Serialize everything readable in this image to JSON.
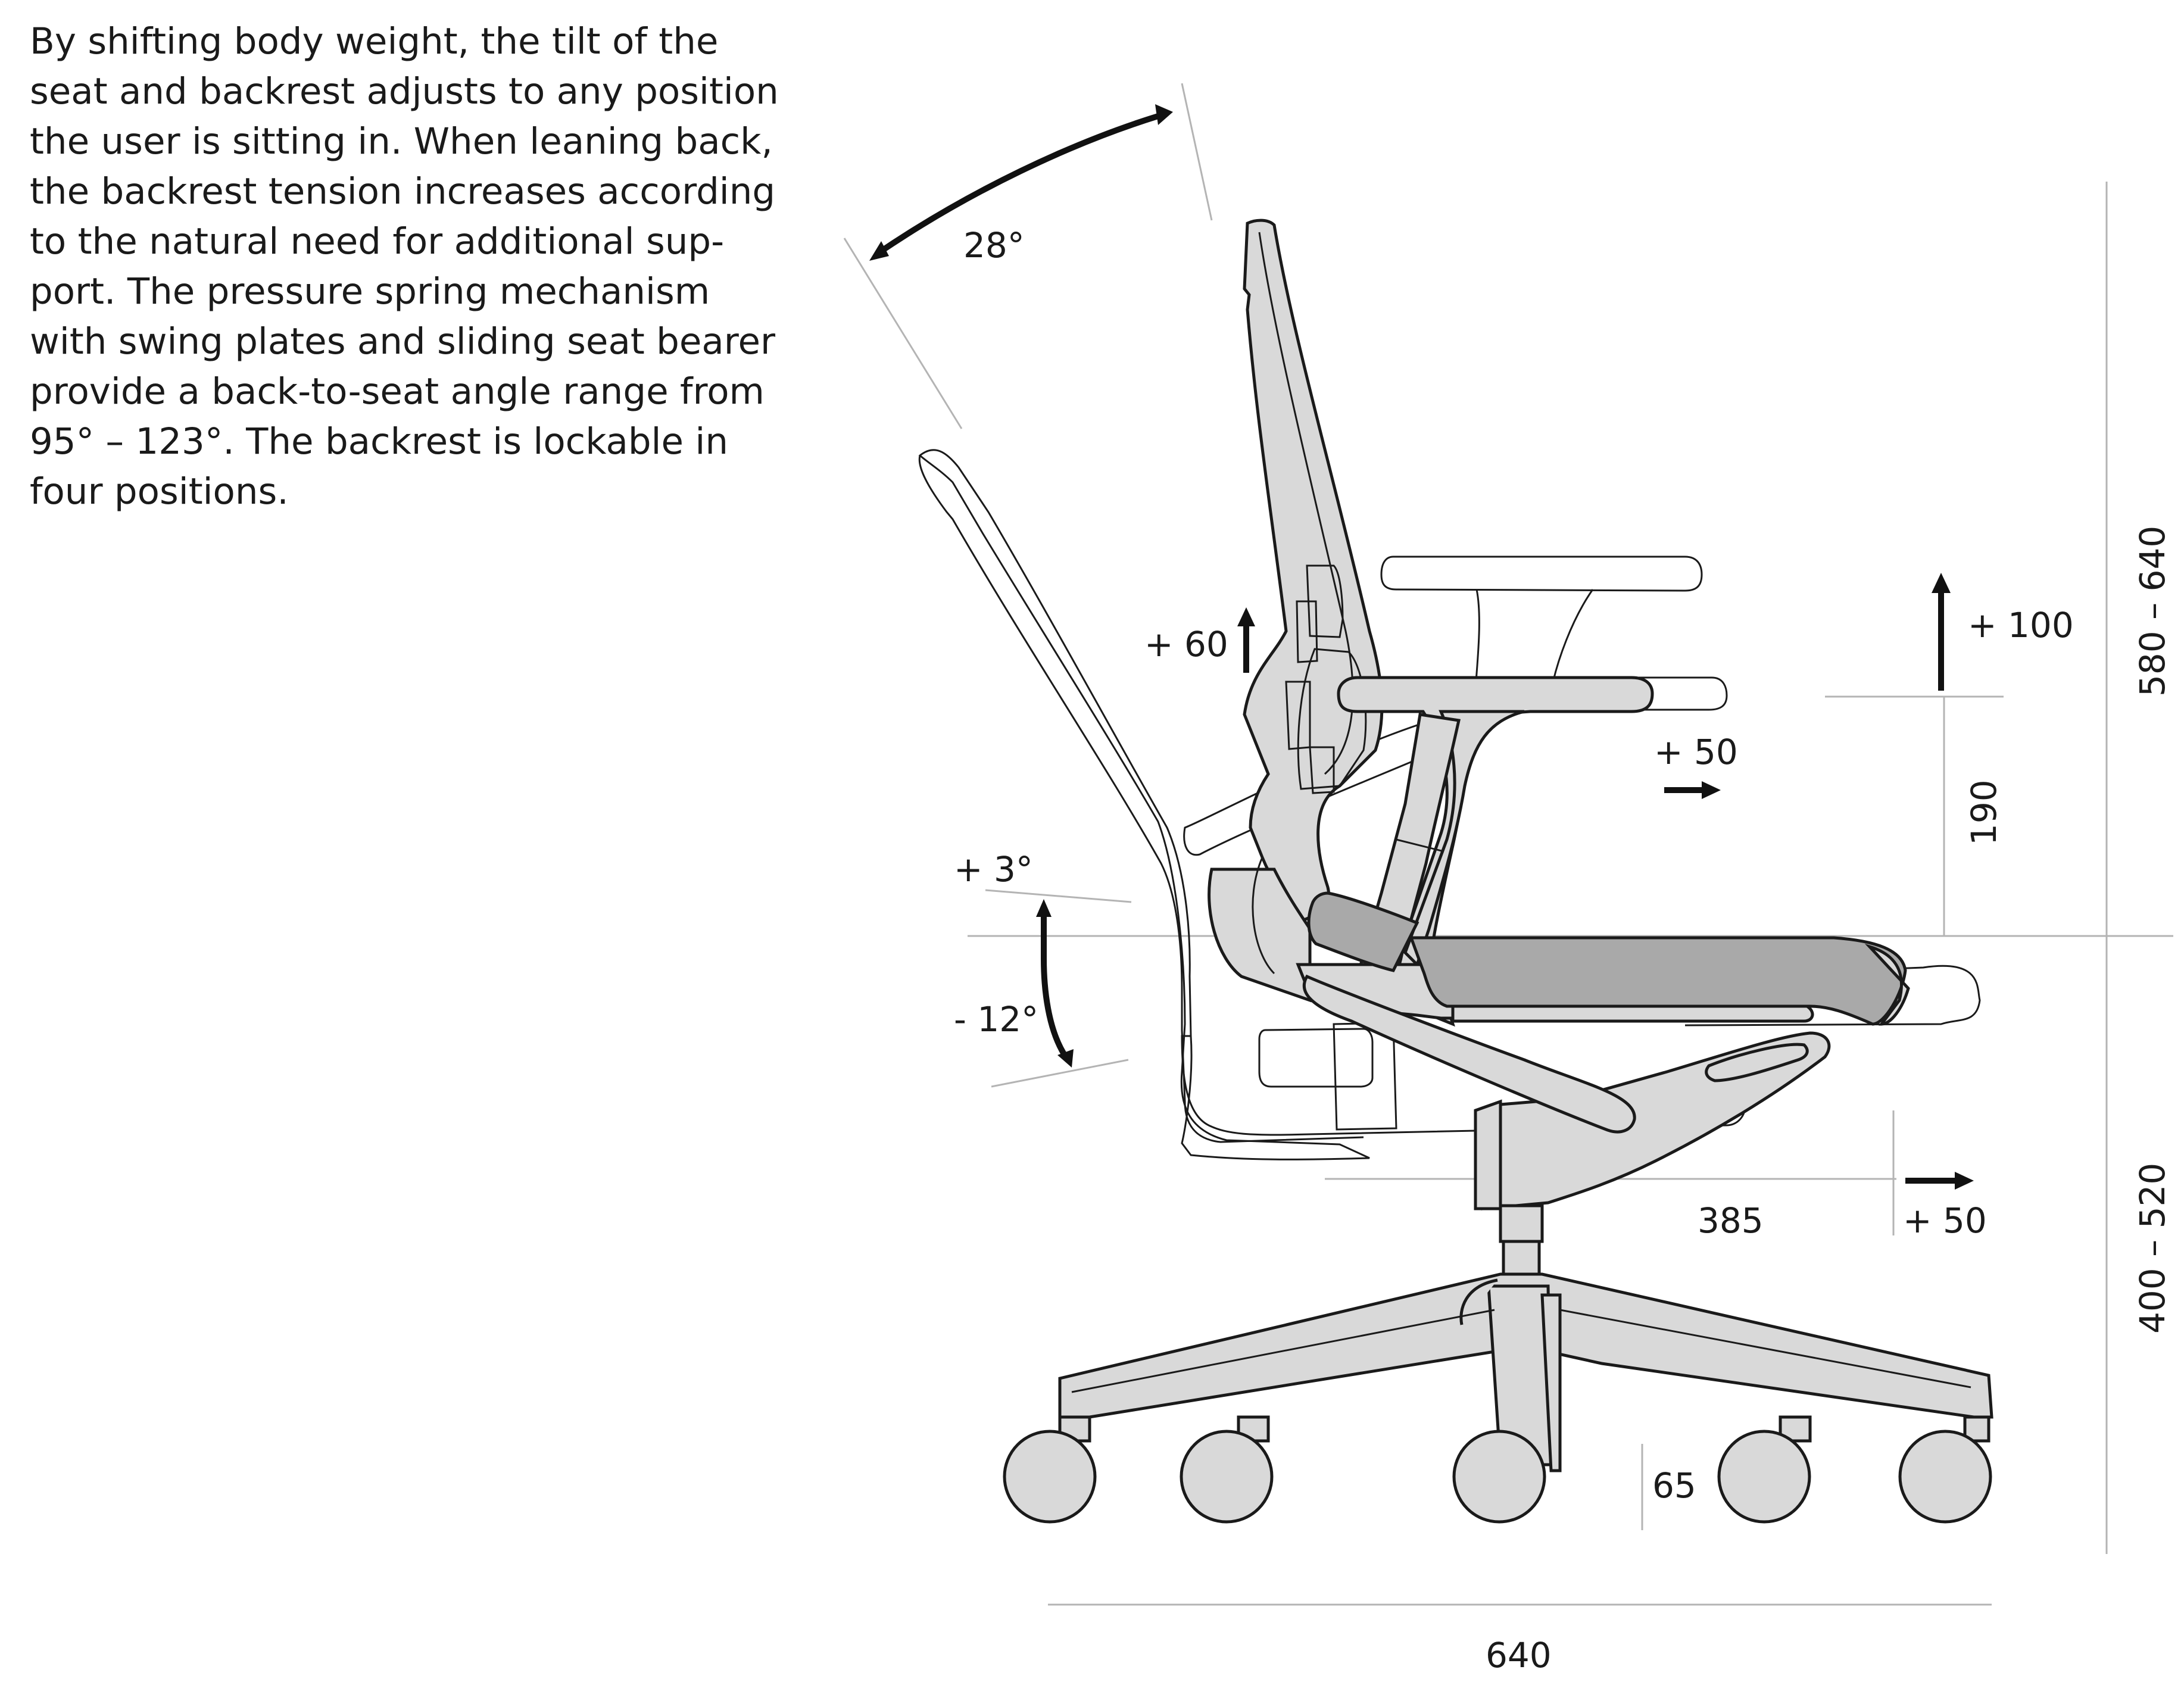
{
  "description": {
    "lines": [
      "By shifting body weight, the tilt of the",
      "seat and backrest adjusts to any position",
      "the user is sitting in. When leaning back,",
      "the backrest tension increases according",
      "to the natural need for additional sup-",
      "port. The pressure spring mechanism",
      "with swing plates and sliding seat bearer",
      "provide a back-to-seat angle range from",
      "95° – 123°. The backrest is lockable in",
      "four positions."
    ]
  },
  "labels": {
    "backrest_angle": "28°",
    "backrest_height_adjust": "+ 60",
    "armrest_height_adjust": "+ 100",
    "armrest_depth_adjust": "+ 50",
    "seat_tilt_forward": "+ 3°",
    "seat_tilt_back": "- 12°",
    "armrest_height_above_seat": "190",
    "armrest_height_range": "580 – 640",
    "seat_height_range": "400 – 520",
    "seat_depth": "385",
    "seat_depth_adjust": "+ 50",
    "castor_height": "65",
    "base_width": "640"
  },
  "colors": {
    "outline": "#1a1a1a",
    "shell_fill": "#d9d9d9",
    "cushion_fill": "#a9a9a9",
    "dimension_line": "#b4b4b4"
  }
}
